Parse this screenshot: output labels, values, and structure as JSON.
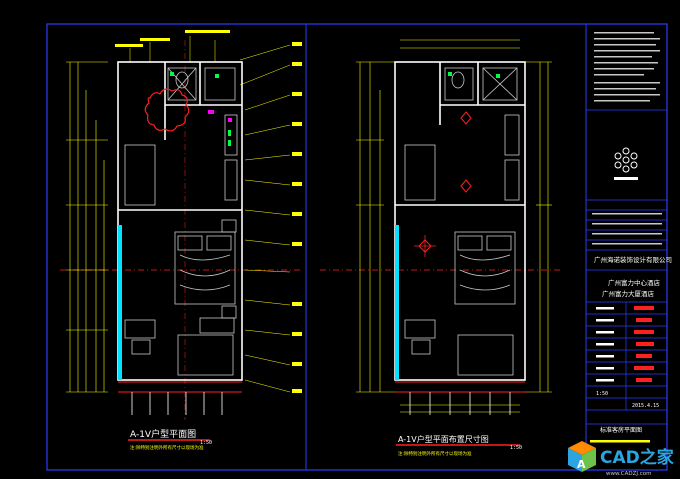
{
  "drawing": {
    "left_plan": {
      "title": "A-1V户型平面图",
      "scale": "1:50",
      "note": "注:除特别注明外所有尺寸以现场为准"
    },
    "right_plan": {
      "title": "A-1V户型平面布置尺寸图",
      "scale": "1:50",
      "note": "注:除特别注明外所有尺寸以现场为准"
    },
    "title_block": {
      "company": "广州海诺装饰设计有限公司",
      "project_line1": "广州富力中心酒店",
      "project_line2": "广州富力大厦酒店",
      "scale_value": "1:50",
      "date_value": "2015.4.15",
      "sheet_no": "1:50",
      "drawing_name": "标准客房平面图"
    },
    "watermark": {
      "brand": "CAD之家",
      "url": "www.CADZJ.com",
      "logo_letter": "A"
    }
  },
  "colors": {
    "background": "#000000",
    "frame": "#2a3dff",
    "walls": "#ffffff",
    "dimension": "#ffff00",
    "furniture": "#c8c8c8",
    "accent_red": "#ff2020",
    "accent_green": "#00ff40",
    "accent_magenta": "#ff00ff",
    "accent_cyan": "#00e0ff"
  }
}
